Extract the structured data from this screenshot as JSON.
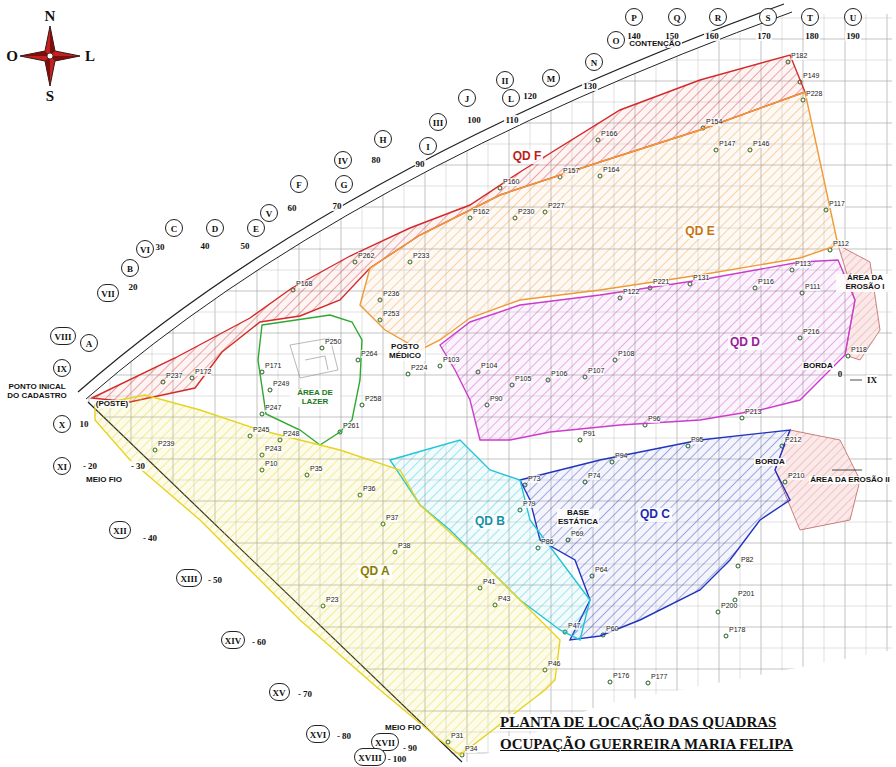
{
  "diagram": {
    "title": "PLANTA DE LOCAÇÃO DAS QUADRAS",
    "caption": "OCUPAÇÃO GUERREIRA MARIA FELIPA",
    "nodes": [
      {
        "text": [
          "QD F"
        ]
      },
      {
        "text": [
          "QD E"
        ]
      },
      {
        "text": [
          "ÁREA DE LAZER"
        ]
      },
      {
        "text": [
          "QD D"
        ]
      },
      {
        "text": [
          "QD C"
        ]
      },
      {
        "text": [
          "QD B"
        ]
      },
      {
        "text": [
          "QD A"
        ]
      }
    ],
    "labels": [
      "N",
      "S",
      "O",
      "L",
      "A",
      "B",
      "C",
      "D",
      "E",
      "F",
      "G",
      "H",
      "I",
      "J",
      "L",
      "M",
      "N",
      "O",
      "P",
      "Q",
      "R",
      "S",
      "T",
      "U",
      "VIII",
      "VII",
      "VI",
      "V",
      "IV",
      "III",
      "II",
      "IX",
      "X",
      "XI",
      "XII",
      "XIII",
      "XIV",
      "XV",
      "XVI",
      "XVII",
      "XVIII",
      "20",
      "30",
      "40",
      "50",
      "60",
      "70",
      "80",
      "90",
      "100",
      "110",
      "120",
      "130",
      "140",
      "150",
      "160",
      "170",
      "180",
      "190",
      "10",
      "- 20",
      "- 30",
      "- 40",
      "- 50",
      "- 60",
      "- 70",
      "- 80",
      "- 90",
      "- 100",
      "0",
      "IX",
      "CONTENÇÃO",
      "PONTO INICAL DO CADASTRO",
      "(POSTE)",
      "MEIO FIO",
      "MEIO FIO",
      "ÁREA DA EROSÃO I",
      "ÁREA DA EROSÃO II",
      "BORDA",
      "BORDA",
      "BASE ESTÁTICA",
      "POSTO MÉDICO",
      "P182",
      "P149",
      "P228",
      "P166",
      "P154",
      "P147",
      "P146",
      "P160",
      "P157",
      "P164",
      "P162",
      "P227",
      "P230",
      "P233",
      "P262",
      "P168",
      "P236",
      "P172",
      "P237",
      "P171",
      "P249",
      "P247",
      "P245",
      "P248",
      "P243",
      "P250",
      "P253",
      "P264",
      "P258",
      "P261",
      "P224",
      "P103",
      "P104",
      "P105",
      "P106",
      "P107",
      "P108",
      "P122",
      "P221",
      "P131",
      "P116",
      "P113",
      "P112",
      "P117",
      "P111",
      "P216",
      "P118",
      "P90",
      "P91",
      "P94",
      "P96",
      "P95",
      "P213",
      "P212",
      "P210",
      "P74",
      "P73",
      "P79",
      "P69",
      "P86",
      "P64",
      "P60",
      "P47",
      "P176",
      "P177",
      "P178",
      "P201",
      "P82",
      "P200",
      "P239",
      "P10",
      "P35",
      "P36",
      "P37",
      "P38",
      "P23",
      "P41",
      "P43",
      "P46",
      "P31",
      "P34"
    ]
  }
}
